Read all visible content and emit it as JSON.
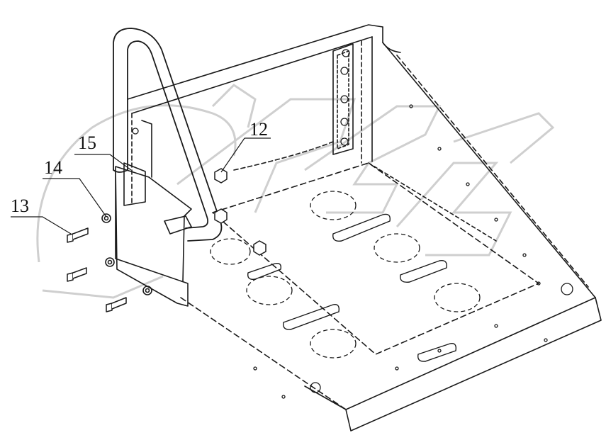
{
  "diagram": {
    "watermark": "OPEX",
    "callouts": [
      {
        "id": "c12",
        "label": "12"
      },
      {
        "id": "c13",
        "label": "13"
      },
      {
        "id": "c14",
        "label": "14"
      },
      {
        "id": "c15",
        "label": "15"
      }
    ]
  },
  "colors": {
    "line": "#1a1a1a",
    "watermark": "#d9d9d9",
    "background": "#ffffff"
  }
}
